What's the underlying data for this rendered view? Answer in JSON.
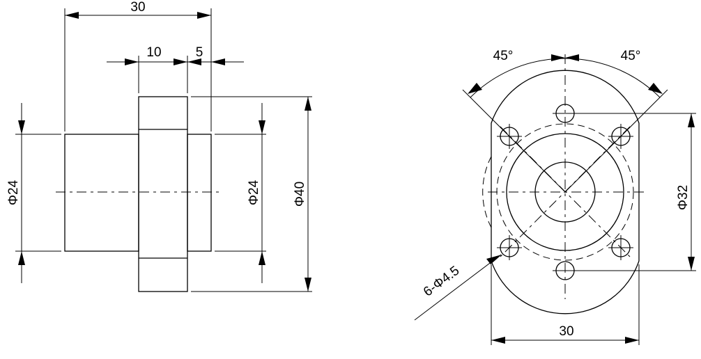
{
  "drawing": {
    "side_view": {
      "dim_overall_length": "30",
      "dim_flange_width": "10",
      "dim_step": "5",
      "dim_left_diameter": "Φ24",
      "dim_right_diameter": "Φ24",
      "dim_flange_diameter": "Φ40"
    },
    "front_view": {
      "dim_angle_left": "45°",
      "dim_angle_right": "45°",
      "dim_bolt_circle": "Φ32",
      "dim_flat_width": "30",
      "dim_holes": "6-Φ4.5"
    }
  }
}
